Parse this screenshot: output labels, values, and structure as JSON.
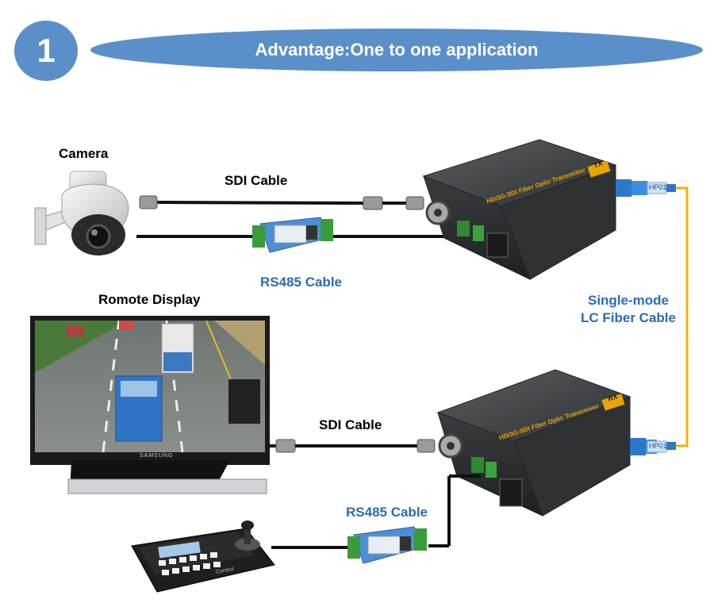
{
  "header": {
    "number": "1",
    "title": "Advantage:One to one application"
  },
  "labels": {
    "camera": "Camera",
    "sdi_cable_top": "SDI Cable",
    "rs485_cable_top": "RS485 Cable",
    "remote_display": "Romote Display",
    "sdi_cable_bottom": "SDI Cable",
    "rs485_cable_bottom": "RS485 Cable",
    "fiber_line1": "Single-mode",
    "fiber_line2": "LC Fiber Cable"
  },
  "devices": {
    "tx_label": "HD/3G-SDI Fiber Optic Transmitter",
    "tx_badge": "TX",
    "rx_label": "HD/3G-SDI Fiber Optic Transceiver",
    "rx_badge": "RX",
    "connector_top": "HP01",
    "connector_bottom": "HP01",
    "monitor_brand": "SAMSUNG",
    "keyboard_brand": "Control"
  },
  "colors": {
    "accent": "#5b8fc9",
    "blue_text": "#2b6cb3",
    "fiber": "#f0b400"
  }
}
